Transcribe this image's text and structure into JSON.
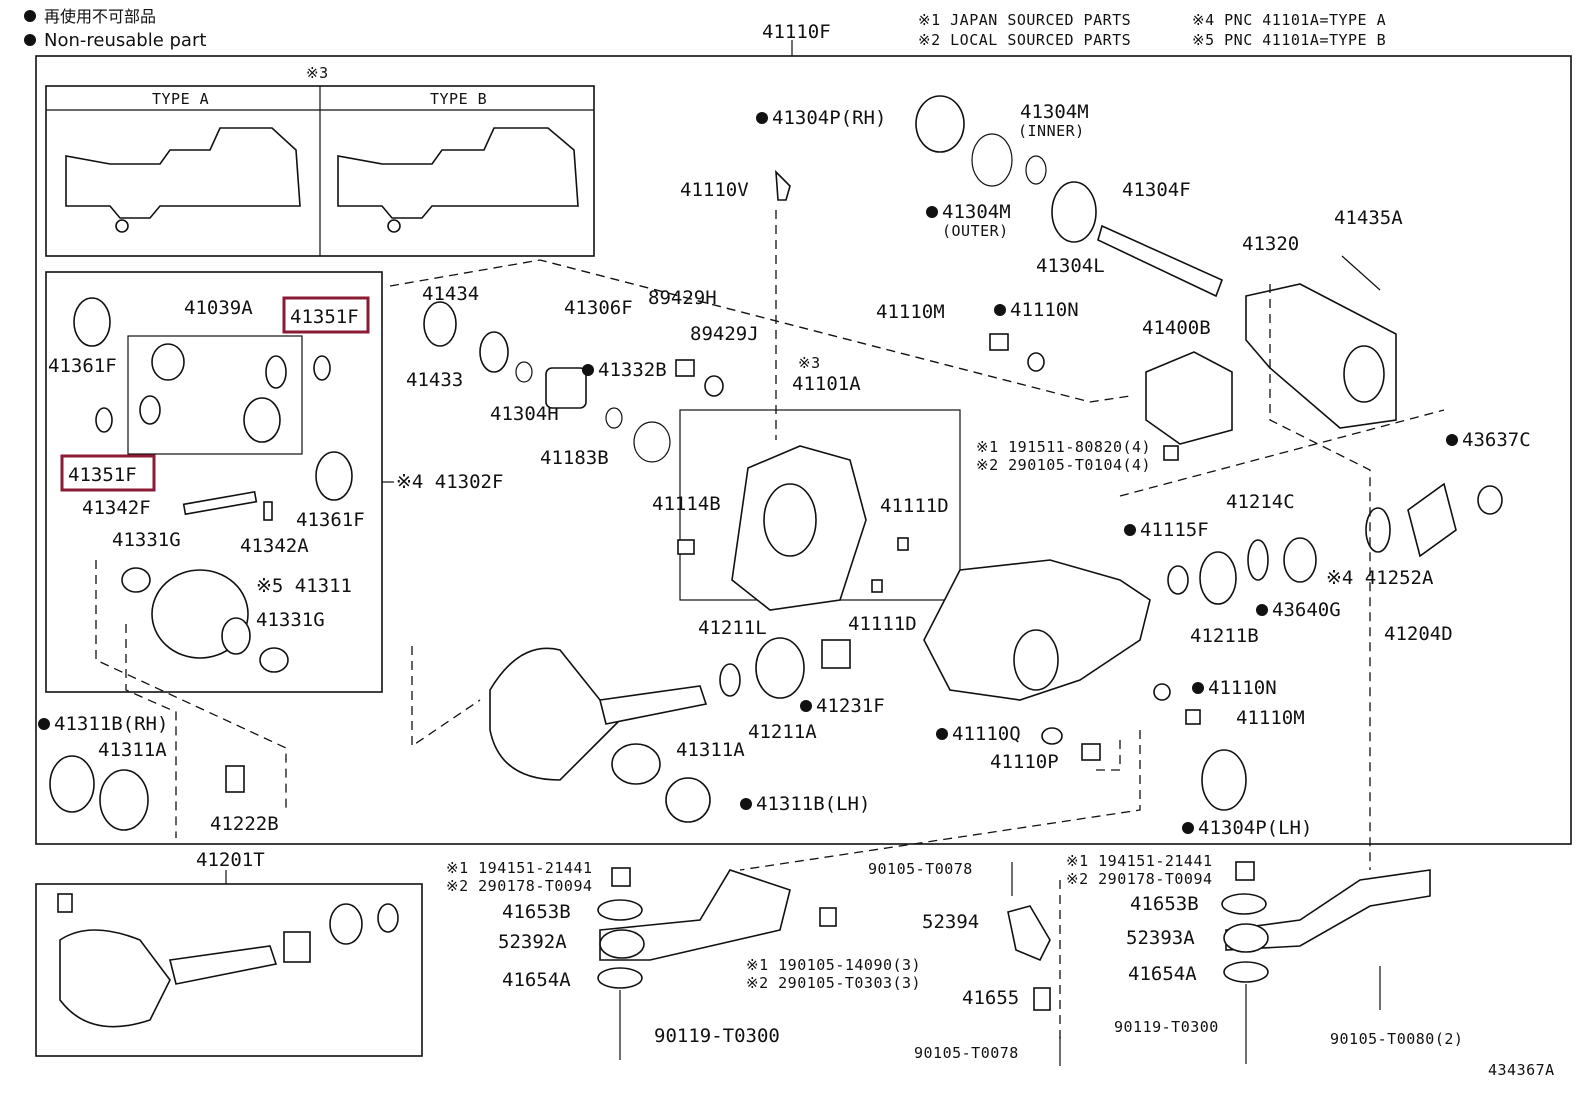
{
  "legend": {
    "jp_text": "再使用不可部品",
    "en_text": "Non-reusable part"
  },
  "notes": {
    "n1": "※1 JAPAN SOURCED PARTS",
    "n2": "※2 LOCAL SOURCED PARTS",
    "n4": "※4 PNC 41101A=TYPE A",
    "n5": "※5 PNC 41101A=TYPE B"
  },
  "figure_id": "434367A",
  "colors": {
    "highlight": "#8b1a35",
    "line": "#111111"
  },
  "type_panel": {
    "mark": "※3",
    "type_a": "TYPE A",
    "type_b": "TYPE B"
  },
  "labels": {
    "l41110F": "41110F",
    "l41304P_RH": "41304P(RH)",
    "l41304M": "41304M",
    "l41304M_inner": "(INNER)",
    "l41304M_2": "41304M",
    "l41304M_outer": "(OUTER)",
    "l41110V": "41110V",
    "l41304F": "41304F",
    "l41304L": "41304L",
    "l41320": "41320",
    "l41435A": "41435A",
    "l41434": "41434",
    "l41306F": "41306F",
    "l89429H": "89429H",
    "l89429J": "89429J",
    "l41110M_top": "41110M",
    "l41110N_top": "41110N",
    "l41400B": "41400B",
    "l41433": "41433",
    "l41304H": "41304H",
    "l41332B": "41332B",
    "l41101A_mark": "※3",
    "l41101A": "41101A",
    "l41183B": "41183B",
    "l191511": "※1 191511-80820(4)",
    "l290105": "※2 290105-T0104(4)",
    "l43637C": "43637C",
    "l41039A": "41039A",
    "l41351F_a": "41351F",
    "l41361F_a": "41361F",
    "l41351F_b": "41351F",
    "l41342F": "41342F",
    "l41361F_b": "41361F",
    "l41302F": "※4 41302F",
    "l41342A": "41342A",
    "l41331G_a": "41331G",
    "l41311": "※5 41311",
    "l41331G_b": "41331G",
    "l41114B": "41114B",
    "l41111D_a": "41111D",
    "l41111D_b": "41111D",
    "l41214C": "41214C",
    "l41115F": "41115F",
    "l441252A": "※4 41252A",
    "l43640G": "43640G",
    "l41211B": "41211B",
    "l41204D": "41204D",
    "l41211L": "41211L",
    "l41231F": "41231F",
    "l41211A": "41211A",
    "l41110N_mid": "41110N",
    "l41110M_mid": "41110M",
    "l41311B_RH": "41311B(RH)",
    "l41311A_a": "41311A",
    "l41311A_b": "41311A",
    "l41110Q": "41110Q",
    "l41110P": "41110P",
    "l41222B": "41222B",
    "l41311B_LH": "41311B(LH)",
    "l41304P_LH": "41304P(LH)",
    "l41201T": "41201T",
    "l194151_a": "※1 194151-21441",
    "l290178_a": "※2 290178-T0094",
    "l41653B_a": "41653B",
    "l52392A": "52392A",
    "l190105": "※1 190105-14090(3)",
    "l290105b": "※2 290105-T0303(3)",
    "l41654A_a": "41654A",
    "l90119_a": "90119-T0300",
    "l90105_T0078_a": "90105-T0078",
    "l52394": "52394",
    "l41655": "41655",
    "l90105_T0078_b": "90105-T0078",
    "l194151_b": "※1 194151-21441",
    "l290178_b": "※2 290178-T0094",
    "l41653B_b": "41653B",
    "l52393A": "52393A",
    "l41654A_b": "41654A",
    "l90119_b": "90119-T0300",
    "l90105_T0080": "90105-T0080(2)"
  }
}
